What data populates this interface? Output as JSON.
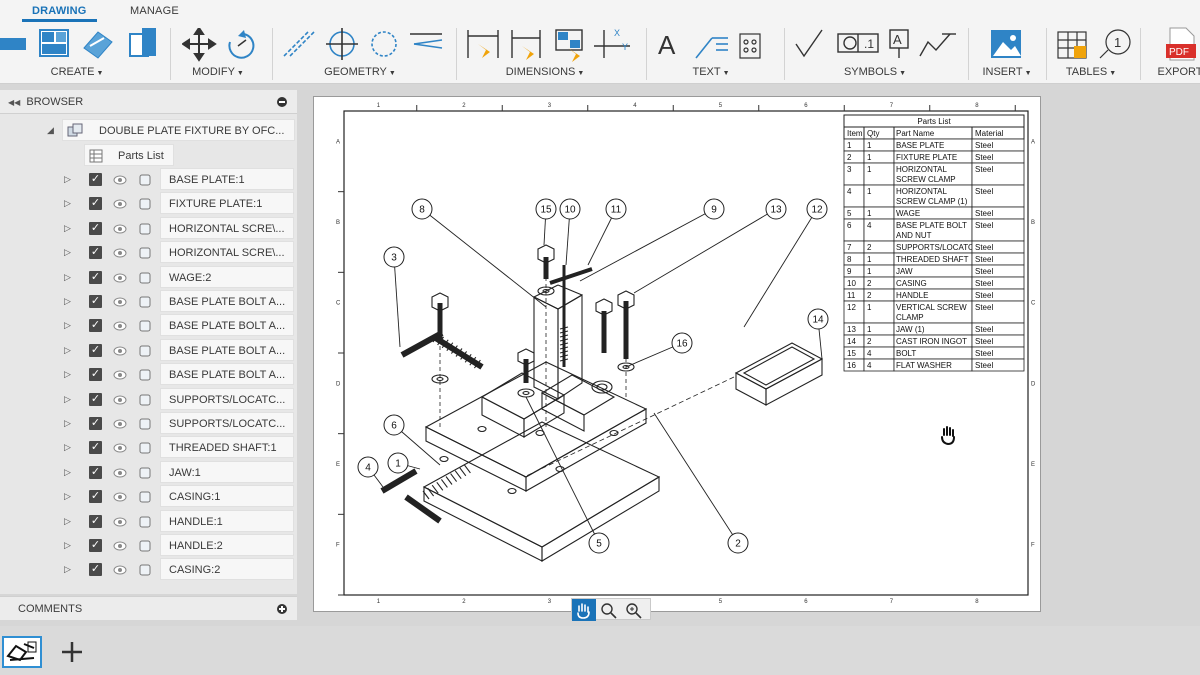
{
  "ribbon": {
    "tabs": [
      {
        "label": "DRAWING",
        "active": true
      },
      {
        "label": "MANAGE",
        "active": false
      }
    ],
    "groups": [
      "CREATE",
      "MODIFY",
      "GEOMETRY",
      "DIMENSIONS",
      "TEXT",
      "SYMBOLS",
      "INSERT",
      "TABLES",
      "EXPORT"
    ]
  },
  "browser": {
    "title": "BROWSER",
    "root": "DOUBLE PLATE FIXTURE BY OFC...",
    "parts_list": "Parts List",
    "items": [
      "BASE PLATE:1",
      "FIXTURE PLATE:1",
      "HORIZONTAL SCRE\\...",
      "HORIZONTAL SCRE\\...",
      "WAGE:2",
      "BASE PLATE BOLT A...",
      "BASE PLATE BOLT A...",
      "BASE PLATE BOLT A...",
      "BASE PLATE BOLT A...",
      "SUPPORTS/LOCATC...",
      "SUPPORTS/LOCATC...",
      "THREADED SHAFT:1",
      "JAW:1",
      "CASING:1",
      "HANDLE:1",
      "HANDLE:2",
      "CASING:2"
    ]
  },
  "comments": {
    "title": "COMMENTS"
  },
  "drawing": {
    "col_labels": [
      "1",
      "2",
      "3",
      "4",
      "5",
      "6",
      "7",
      "8"
    ],
    "row_labels": [
      "A",
      "B",
      "C",
      "D",
      "E",
      "F"
    ],
    "balloons": [
      "1",
      "2",
      "3",
      "4",
      "5",
      "6",
      "8",
      "9",
      "11",
      "12",
      "13",
      "14",
      "15",
      "10",
      "16"
    ],
    "parts_list": {
      "title": "Parts List",
      "headers": [
        "Item",
        "Qty",
        "Part Name",
        "Material"
      ],
      "rows": [
        [
          "1",
          "1",
          "BASE PLATE",
          "Steel"
        ],
        [
          "2",
          "1",
          "FIXTURE PLATE",
          "Steel"
        ],
        [
          "3",
          "1",
          "HORIZONTAL SCREW CLAMP",
          "Steel"
        ],
        [
          "4",
          "1",
          "HORIZONTAL SCREW CLAMP (1)",
          "Steel"
        ],
        [
          "5",
          "1",
          "WAGE",
          "Steel"
        ],
        [
          "6",
          "4",
          "BASE PLATE BOLT AND NUT",
          "Steel"
        ],
        [
          "7",
          "2",
          "SUPPORTS/LOCATORS",
          "Steel"
        ],
        [
          "8",
          "1",
          "THREADED SHAFT",
          "Steel"
        ],
        [
          "9",
          "1",
          "JAW",
          "Steel"
        ],
        [
          "10",
          "2",
          "CASING",
          "Steel"
        ],
        [
          "11",
          "2",
          "HANDLE",
          "Steel"
        ],
        [
          "12",
          "1",
          "VERTICAL SCREW CLAMP",
          "Steel"
        ],
        [
          "13",
          "1",
          "JAW (1)",
          "Steel"
        ],
        [
          "14",
          "2",
          "CAST IRON INGOT",
          "Steel"
        ],
        [
          "15",
          "4",
          "BOLT",
          "Steel"
        ],
        [
          "16",
          "4",
          "FLAT WASHER",
          "Steel"
        ]
      ]
    }
  },
  "colors": {
    "accent": "#1a73b8",
    "pdf": "#d9302b",
    "checkbox": "#4a4a4a"
  }
}
